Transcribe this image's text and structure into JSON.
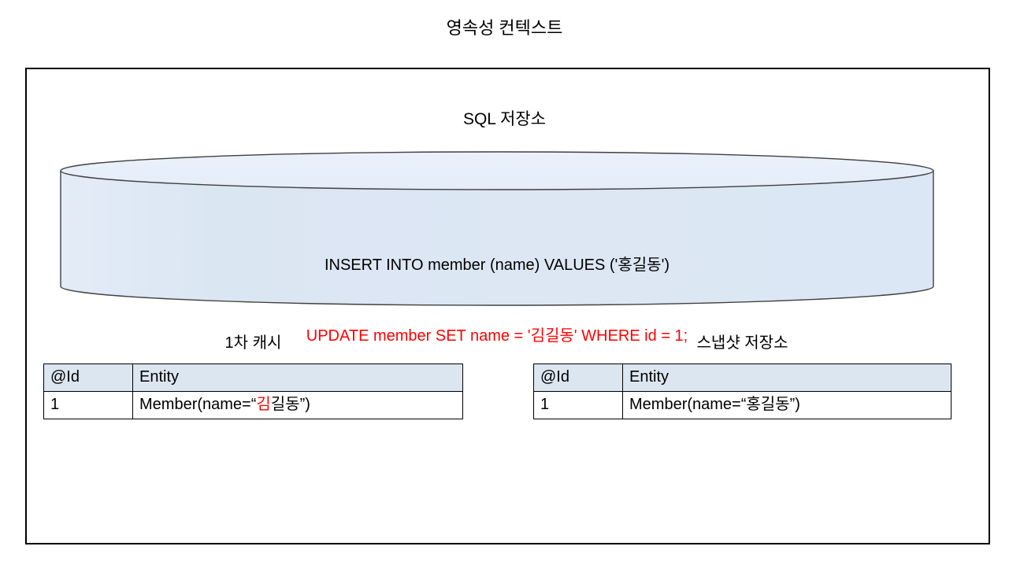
{
  "title": "영속성 컨텍스트",
  "sql_store": {
    "label": "SQL 저장소",
    "statements": [
      {
        "text": "INSERT INTO member (name) VALUES ('홍길동')",
        "color": "#000000"
      },
      {
        "text": "UPDATE member SET name = '김길동' WHERE id = 1;",
        "color": "#ff0000"
      }
    ]
  },
  "tables": {
    "first_level_cache": {
      "caption": "1차 캐시",
      "headers": [
        "@Id",
        "Entity"
      ],
      "rows": [
        {
          "id": "1",
          "entity_prefix": "Member(name=“",
          "entity_highlight": "김",
          "entity_suffix": "길동”)"
        }
      ]
    },
    "snapshot_store": {
      "caption": "스냅샷 저장소",
      "headers": [
        "@Id",
        "Entity"
      ],
      "rows": [
        {
          "id": "1",
          "entity_prefix": "Member(name=“",
          "entity_highlight": "",
          "entity_suffix": "홍길동”)"
        }
      ]
    }
  },
  "colors": {
    "frame_border": "#000000",
    "cylinder_body": "#dce6f1",
    "cylinder_top": "#e8f0fa",
    "cylinder_outline": "#404040",
    "table_header_fill": "#dce6f1",
    "highlight": "#ff0000",
    "text": "#000000",
    "background": "#ffffff"
  }
}
